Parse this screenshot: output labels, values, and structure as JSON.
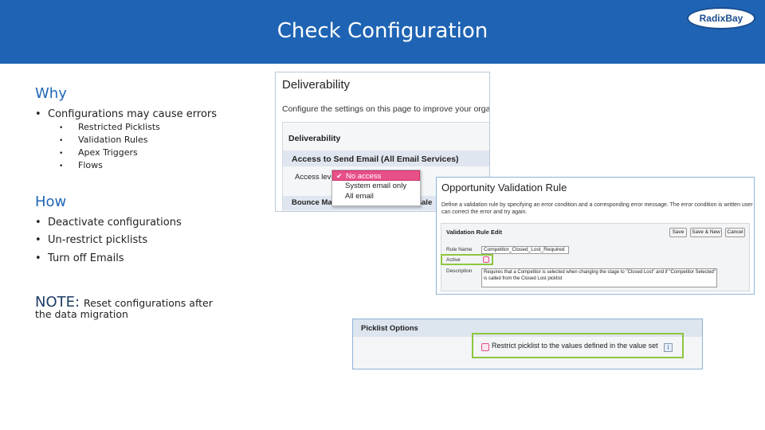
{
  "slide": {
    "title": "Check Configuration",
    "logo_text": "RadixBay"
  },
  "why": {
    "heading": "Why",
    "bullet": "Configurations may cause errors",
    "sub_items": [
      "Restricted Picklists",
      "Validation Rules",
      "Apex Triggers",
      "Flows"
    ]
  },
  "how": {
    "heading": "How",
    "items": [
      "Deactivate configurations",
      "Un-restrict picklists",
      "Turn off Emails"
    ]
  },
  "note": {
    "label": "NOTE:",
    "text_line1": "Reset configurations after",
    "text_line2": "the data migration"
  },
  "deliverability": {
    "title": "Deliverability",
    "description": "Configure the settings on this page to improve your organiza",
    "section": "Deliverability",
    "access_header": "Access to Send Email (All Email Services)",
    "access_label": "Access leve",
    "bounce_label": "Bounce Ma",
    "bounce_suffix": "Sale",
    "dropdown": {
      "options": [
        "No access",
        "System email only",
        "All email"
      ],
      "selected": "No access"
    }
  },
  "validation_rule": {
    "title": "Opportunity Validation Rule",
    "description": "Define a validation rule by specifying an error condition and a corresponding error message. The error condition is written user can correct the error and try again.",
    "form_header": "Validation Rule Edit",
    "buttons": {
      "save": "Save",
      "save_new": "Save & New",
      "cancel": "Cancel"
    },
    "rule_name_label": "Rule Name",
    "rule_name_value": "Competitor_Closed_Lost_Required",
    "active_label": "Active",
    "description_label": "Description",
    "description_value": "Requires that a Competitor is selected when changing the stage to \"Closed Lost\" and if \"Competitor Selected\" is called from the Closed Lost picklist"
  },
  "picklist": {
    "title": "Picklist Options",
    "restrict_label": "Restrict picklist to the values defined in the value set",
    "info_icon": "i"
  },
  "colors": {
    "header_blue": "#1f64b4",
    "heading_blue": "#2167b6",
    "highlight_green": "#8dc63f",
    "selected_pink": "#e8508a"
  }
}
